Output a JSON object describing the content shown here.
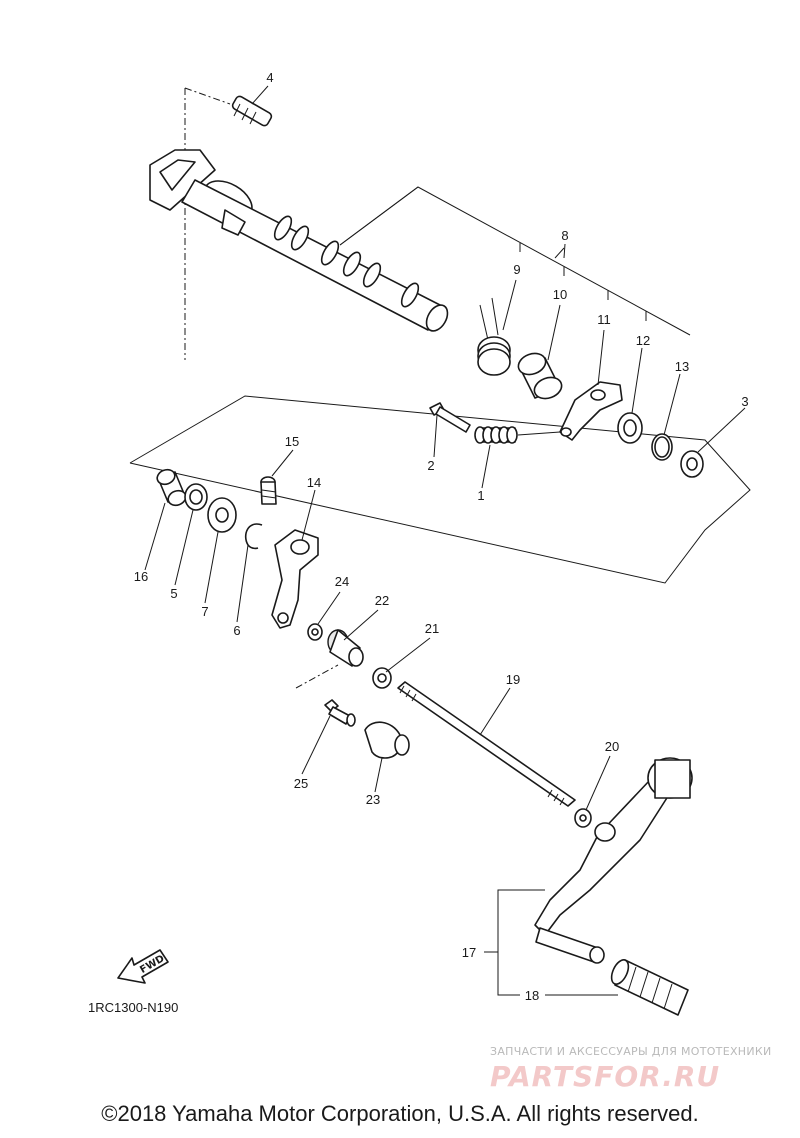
{
  "diagram": {
    "callouts": {
      "c1": "1",
      "c2": "2",
      "c3": "3",
      "c4": "4",
      "c5": "5",
      "c6": "6",
      "c7": "7",
      "c8": "8",
      "c9": "9",
      "c10": "10",
      "c11": "11",
      "c12": "12",
      "c13": "13",
      "c14": "14",
      "c15": "15",
      "c16": "16",
      "c17": "17",
      "c18": "18",
      "c19": "19",
      "c20": "20",
      "c21": "21",
      "c22": "22",
      "c23": "23",
      "c24": "24",
      "c25": "25"
    },
    "fwd_label": "FWD",
    "diagram_code": "1RC1300-N190"
  },
  "watermark": {
    "tagline": "ЗАПЧАСТИ И АКСЕССУАРЫ ДЛЯ МОТОТЕХНИКИ",
    "logo": "PARTSFOR.RU"
  },
  "footer": {
    "copyright": "©2018 Yamaha Motor Corporation, U.S.A. All rights reserved."
  }
}
